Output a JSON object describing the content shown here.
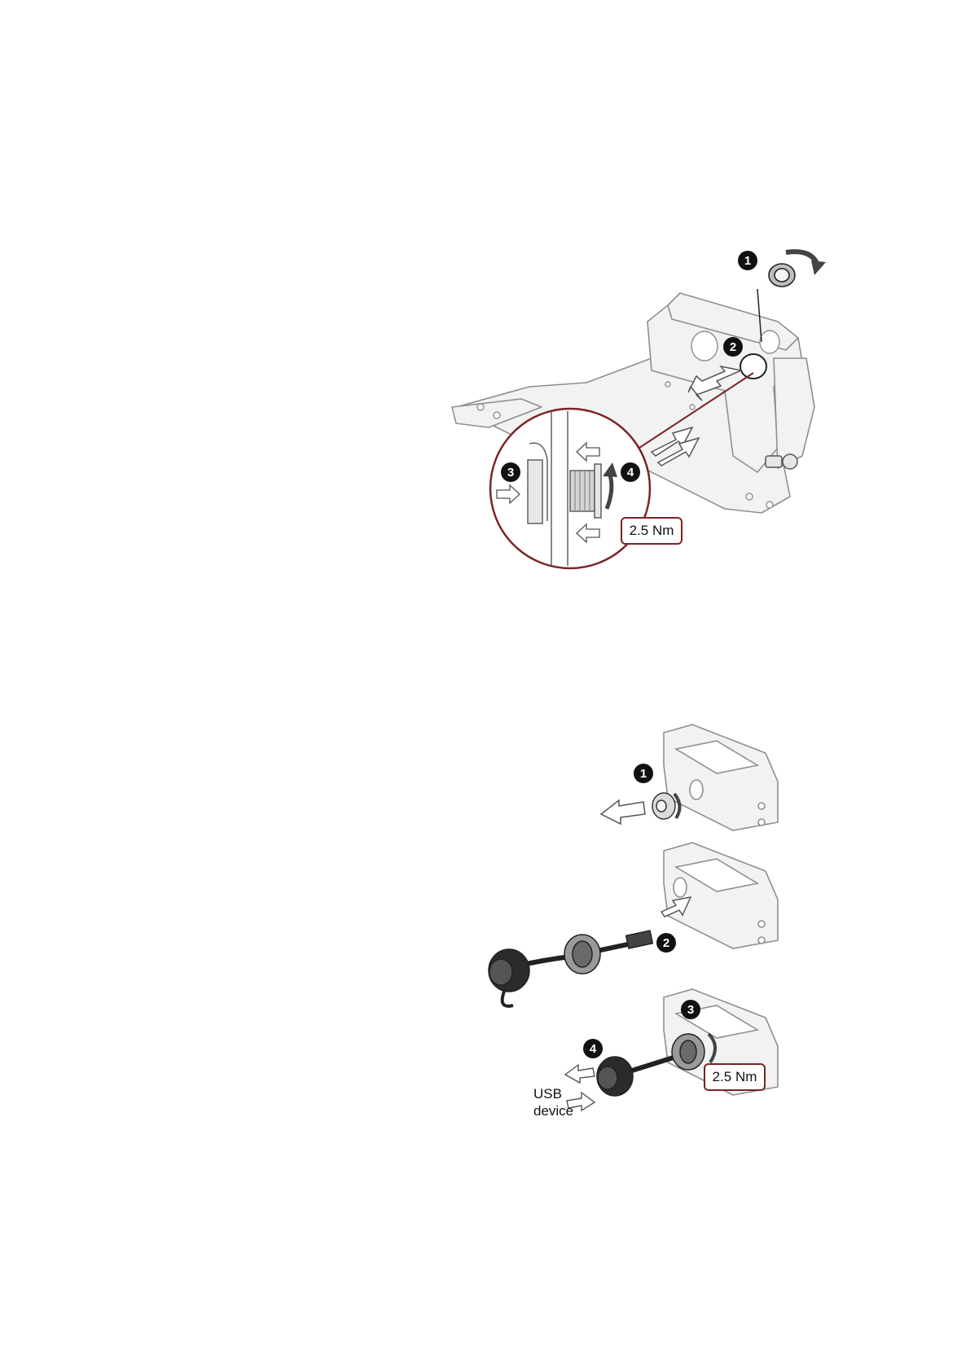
{
  "figure1": {
    "steps": [
      "1",
      "2",
      "3",
      "4"
    ],
    "torque": "2.5 Nm",
    "detail_color": "#7b2426"
  },
  "figure2": {
    "steps": [
      "1",
      "2",
      "3",
      "4"
    ],
    "torque": "2.5 Nm",
    "usb_label_line1": "USB",
    "usb_label_line2": "device"
  },
  "colors": {
    "line": "#8f8f8f",
    "fill": "#eeeeee",
    "accent": "#7b2426",
    "badge": "#111111"
  }
}
